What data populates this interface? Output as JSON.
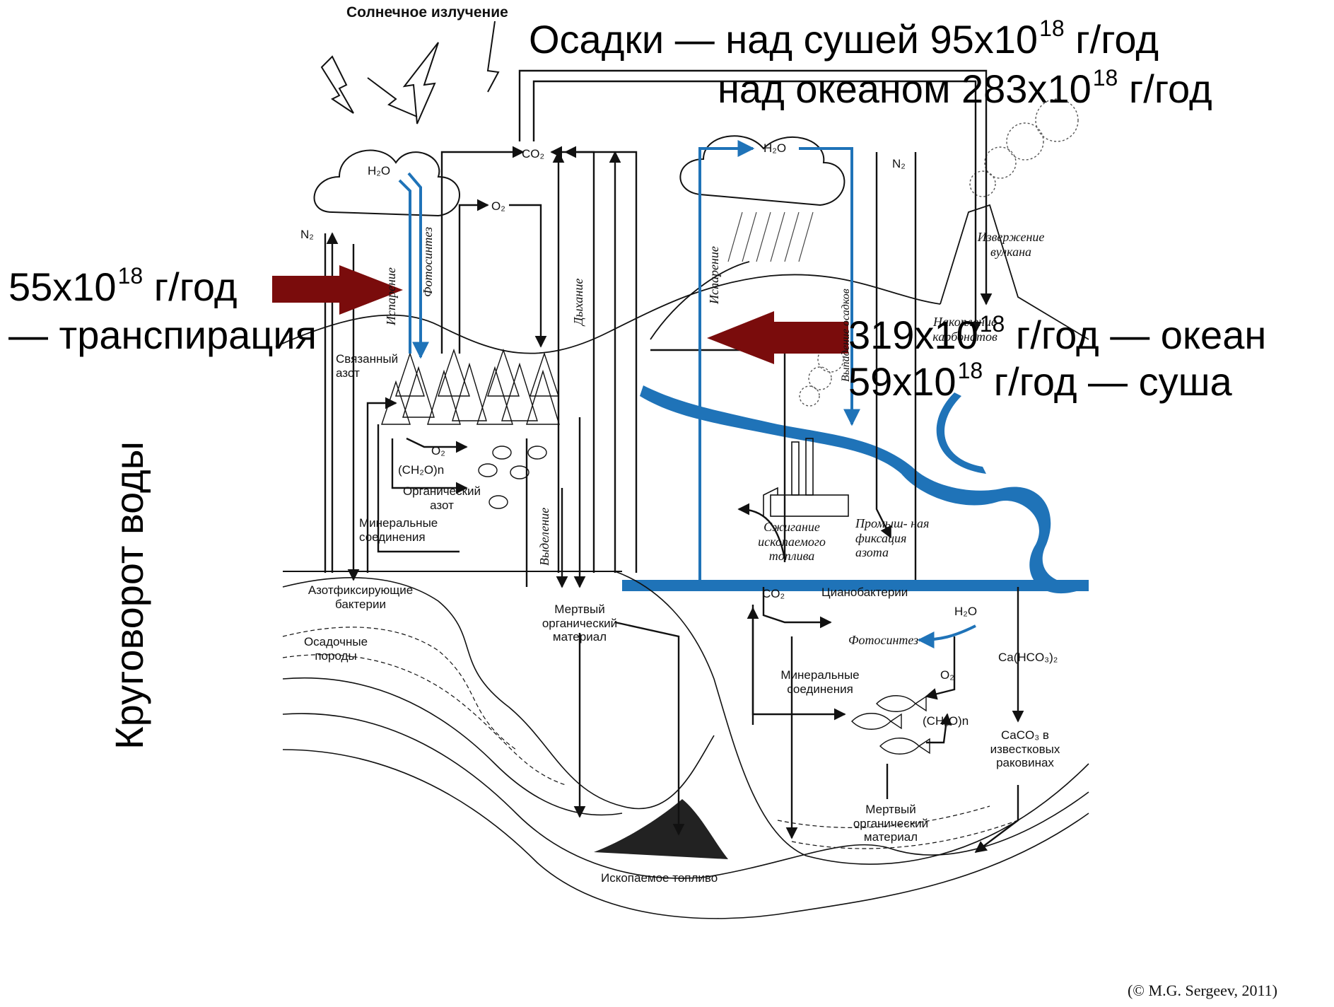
{
  "overlay": {
    "precip_line1": "Осадки — над сушей 95х10",
    "precip_line1_exp": "18",
    "precip_line1_unit": " г/год",
    "precip_line2": "над океаном 283х10",
    "precip_line2_exp": "18",
    "precip_line2_unit": " г/год",
    "transp_value": "55х10",
    "transp_exp": "18",
    "transp_unit": " г/год",
    "transp_label": "— транспирация",
    "evap_ocean_value": "319х10",
    "evap_ocean_exp": "18",
    "evap_ocean_unit": " г/год — океан",
    "evap_land_value": "59х10",
    "evap_land_exp": "18",
    "evap_land_unit": " г/год — суша",
    "side_title": "Круговорот воды",
    "copyright": "(© M.G. Sergeev, 2011)"
  },
  "labels": {
    "solar_radiation": "Солнечное излучение",
    "h2o_left": "H₂O",
    "h2o_right": "H₂O",
    "h2o_ocean": "H₂O",
    "co2_top": "CO₂",
    "co2_ocean": "CO₂",
    "o2_top": "O₂",
    "o2_forest": "O₂",
    "o2_ocean": "O₂",
    "n2_left": "N₂",
    "n2_right": "N₂",
    "evaporation_left": "Испарение",
    "photosynthesis_vertical": "Фотосинтез",
    "respiration": "Дыхание",
    "evaporation_right": "Испарение",
    "precipitation_vertical": "Выпадение осадков",
    "excretion": "Выделение",
    "bound_nitrogen": "Связанный азот",
    "ch2o_land": "(CH₂O)n",
    "organic_nitrogen": "Органический азот",
    "mineral_compounds_land": "Минеральные соединения",
    "n_fixing_bacteria": "Азотфиксирующие бактерии",
    "sedimentary_rocks": "Осадочные породы",
    "dead_organic_land": "Мертвый органический материал",
    "fossil_fuel": "Ископаемое топливо",
    "fossil_burning": "Сжигание ископаемого топлива",
    "industrial_fixation": "Промыш- ная фиксация азота",
    "cyanobacteria": "Цианобактерии",
    "photosynthesis_ocean": "Фотосинтез",
    "mineral_compounds_ocean": "Минеральные соединения",
    "ch2o_ocean": "(CH₂O)n",
    "ca_hco3": "Ca(HCO₃)₂",
    "caco3": "CaCO₃ в известковых раковинах",
    "dead_organic_ocean": "Мертвый органический материал",
    "volcano": "Извержение вулкана",
    "carbonate_accumulation": "Накопление карбонатов"
  },
  "colors": {
    "arrow_red": "#7a0c0c",
    "water_blue": "#1f73b8",
    "line": "#111111"
  }
}
